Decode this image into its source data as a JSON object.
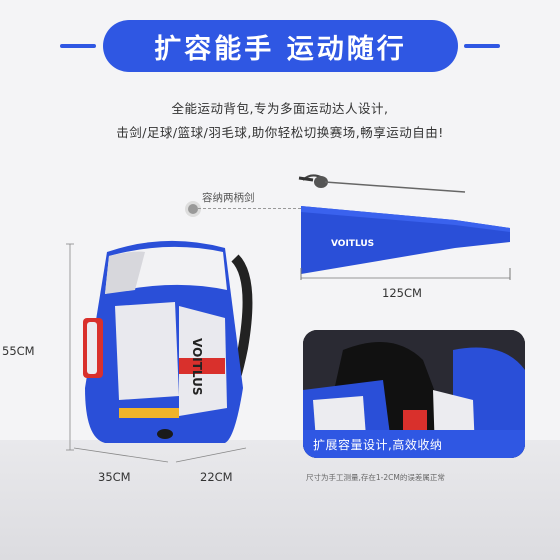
{
  "header": {
    "title": "扩容能手 运动随行"
  },
  "description": {
    "line1": "全能运动背包,专为多面运动达人设计,",
    "line2": "击剑/足球/篮球/羽毛球,助你轻松切换赛场,畅享运动自由!"
  },
  "callout": {
    "label": "容纳两柄剑"
  },
  "product": {
    "brand": "VOITLUS",
    "case_brand": "VOITLUS"
  },
  "dimensions": {
    "case_length": "125CM",
    "bag_height": "55CM",
    "bag_width": "35CM",
    "bag_depth": "22CM"
  },
  "detail": {
    "caption": "扩展容量设计,高效收纳"
  },
  "footnote": "尺寸为手工测量,存在1-2CM的误差属正常",
  "colors": {
    "brand_blue": "#2f57e3",
    "bag_blue": "#2a4fd8",
    "accent_red": "#d9302c",
    "accent_yellow": "#f0b429"
  }
}
